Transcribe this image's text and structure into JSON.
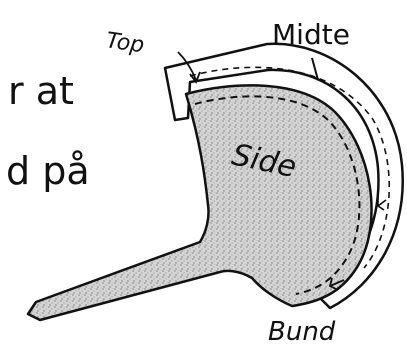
{
  "labels": {
    "top": "Top",
    "midte": "Midte",
    "side": "Side",
    "bund": "Bund"
  },
  "cut_off_text": {
    "line1": "r at",
    "line2": "d på"
  },
  "colors": {
    "ink": "#111111",
    "paper": "#ffffff",
    "fill": "#c9c9c9"
  }
}
